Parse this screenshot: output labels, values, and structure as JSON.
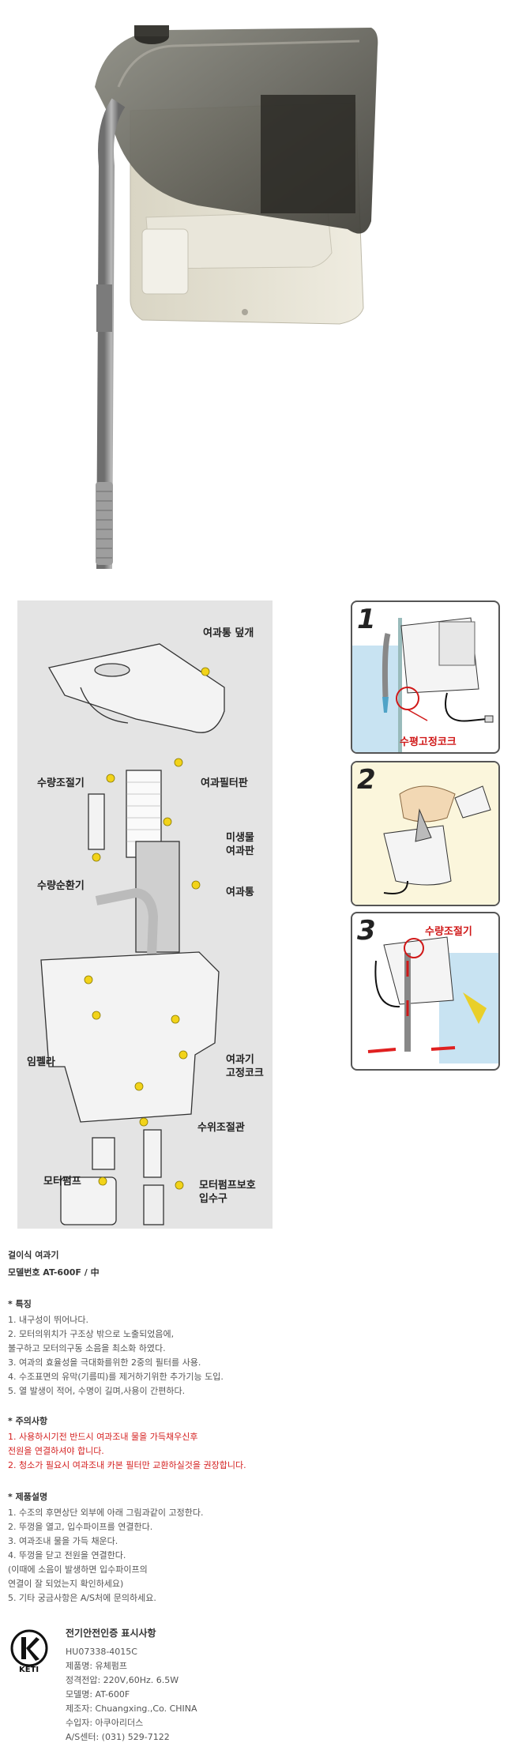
{
  "diagram": {
    "labels": {
      "cover": "여과통 덮개",
      "flow_control": "수량조절기",
      "filter_plate": "여과필터판",
      "micro_filter": "미생물\n여과판",
      "circulation_pipe": "수량순환기",
      "filter_box": "여과통",
      "impeller": "임펠라",
      "fix_cock": "여과기\n고정코크",
      "level_pipe": "수위조절관",
      "motor_pump": "모터펌프",
      "intake_guard": "모터펌프보호\n입수구"
    }
  },
  "steps": {
    "step1": {
      "number": "1",
      "callout": "수평고정코크"
    },
    "step2": {
      "number": "2"
    },
    "step3": {
      "number": "3",
      "callout": "수량조절기"
    }
  },
  "product": {
    "name": "걸이식 여과기",
    "model": "모델번호 AT-600F / 中"
  },
  "features": {
    "heading": "* 특징",
    "lines": [
      "1. 내구성이 뛰어나다.",
      "2. 모터의위치가 구조상 밖으로 노출되었음에,",
      "   불구하고 모터의구동 소음을 최소화 하였다.",
      "3. 여과의 효율성을 극대화를위한 2중의 필터를 사용.",
      "4. 수조표면의 유막(기름띠)를 제거하기위한 추가기능 도입.",
      "5. 열 발생이 적어, 수명이 길며,사용이 간편하다."
    ]
  },
  "cautions": {
    "heading": "* 주의사항",
    "lines": [
      "1. 사용하시기전 반드시 여과조내 물을 가득채우신후",
      "   전원을 연결하셔야 합니다.",
      "2. 청소가 필요시 여과조내 카본 필터만 교환하실것을 권장합니다."
    ]
  },
  "instructions": {
    "heading": "* 제품설명",
    "lines": [
      "1. 수조의 후면상단 외부에 아래 그림과같이 고정한다.",
      "2. 뚜껑을 열고, 입수파이프를 연결한다.",
      "3. 여과조내 물을 가득 채운다.",
      "4. 뚜껑을 닫고 전원을 연결한다.",
      "  (이때에 소음이 발생하면 입수파이프의",
      "   연결이 잘 되었는지 확인하세요)",
      "5. 기타 궁금사항은 A/S처에 문의하세요."
    ]
  },
  "certification": {
    "title": "전기안전인증 표시사항",
    "logo_text": "KETI",
    "lines": [
      "HU07338-4015C",
      "제품명: 유체펌프",
      "정격전압: 220V,60Hz. 6.5W",
      "모델명: AT-600F",
      "제조자: Chuangxing.,Co. CHINA",
      "수입자: 아쿠아리더스",
      "A/S센터: (031) 529-7122"
    ]
  }
}
